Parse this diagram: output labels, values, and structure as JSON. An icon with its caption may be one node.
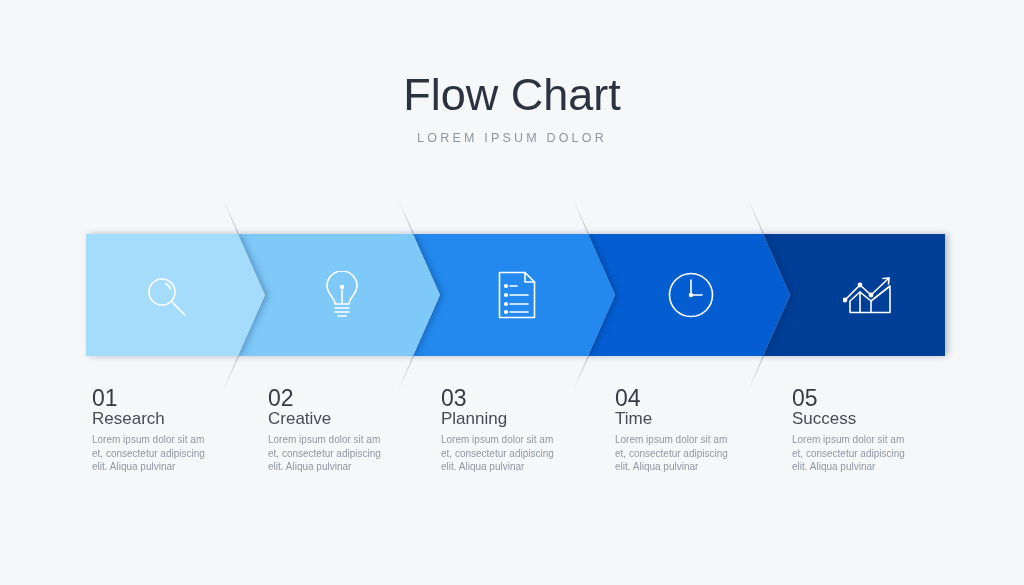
{
  "diagram": {
    "title": "Flow Chart",
    "nodes": [
      {
        "text": [],
        "shape": "chevron",
        "beside": [
          "01",
          "Research",
          "Lorem ipsum dolor sit am et, consectetur adipiscing elit. Aliqua pulvinar"
        ]
      },
      {
        "text": [],
        "shape": "chevron",
        "beside": [
          "02",
          "Creative",
          "Lorem ipsum dolor sit am et, consectetur adipiscing elit. Aliqua pulvinar"
        ]
      },
      {
        "text": [],
        "shape": "chevron",
        "beside": [
          "03",
          "Planning",
          "Lorem ipsum dolor sit am et, consectetur adipiscing elit. Aliqua pulvinar"
        ]
      },
      {
        "text": [],
        "shape": "chevron",
        "beside": [
          "04",
          "Time",
          "Lorem ipsum dolor sit am et, consectetur adipiscing elit. Aliqua pulvinar"
        ]
      },
      {
        "text": [],
        "shape": "chevron",
        "beside": [
          "05",
          "Success",
          "Lorem ipsum dolor sit am et, consectetur adipiscing elit. Aliqua pulvinar"
        ]
      }
    ],
    "labels": [
      "LOREM IPSUM DOLOR"
    ]
  }
}
